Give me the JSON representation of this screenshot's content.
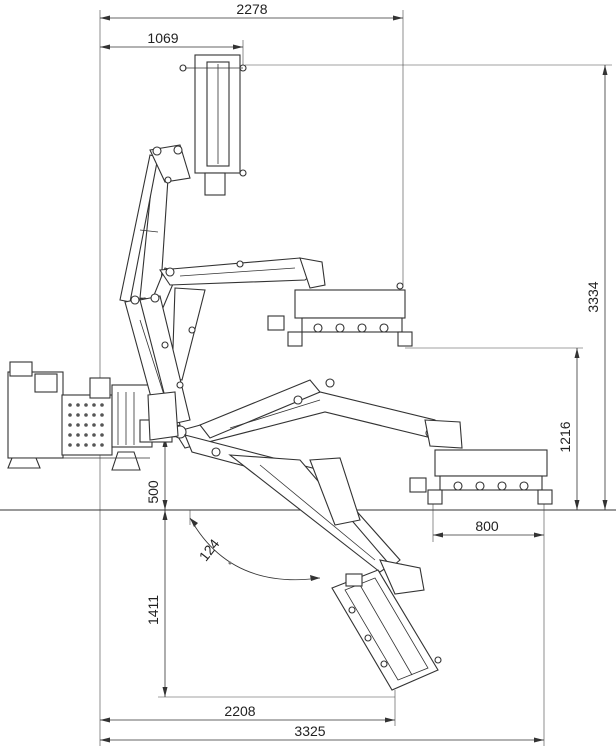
{
  "dimensions": {
    "top_width_outer": "2278",
    "top_width_inner": "1069",
    "right_height_total": "3334",
    "right_height_mid": "1216",
    "below_ground": "500",
    "head_width": "800",
    "angle": "124",
    "depth_below": "1411",
    "reach_below": "2208",
    "total_reach": "3325"
  },
  "colors": {
    "line": "#333333",
    "background": "#ffffff"
  }
}
